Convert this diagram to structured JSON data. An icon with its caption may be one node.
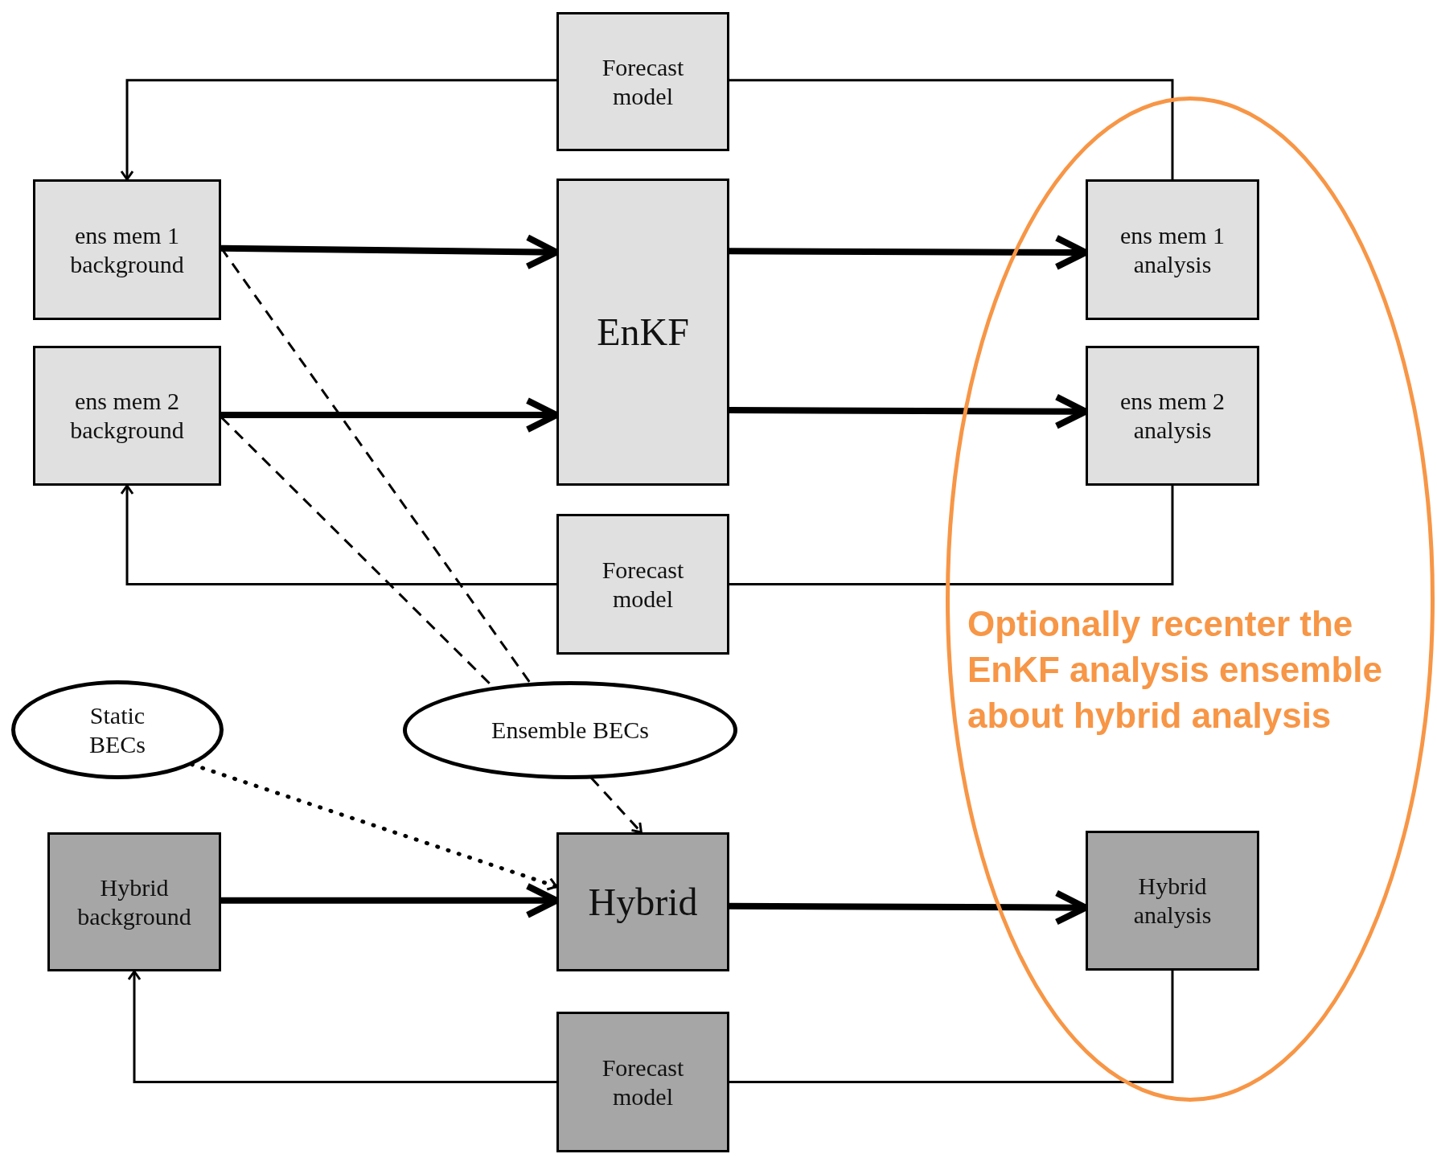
{
  "diagram": {
    "nodes": [
      {
        "text": [
          "Forecast model"
        ]
      },
      {
        "text": [
          "ens mem 1 background"
        ]
      },
      {
        "text": [
          "EnKF"
        ]
      },
      {
        "text": [
          "Optionally recenter the EnKF analysis ensemble about hybrid analysis"
        ]
      },
      {
        "text": [
          "ens mem 1 analysis"
        ],
        "in": 3
      },
      {
        "text": [
          "ens mem 2 background"
        ]
      },
      {
        "text": [
          "ens mem 2 analysis"
        ],
        "in": 3
      },
      {
        "text": [
          "Forecast model"
        ]
      },
      {
        "text": [
          "Static BECs"
        ]
      },
      {
        "text": [
          "Ensemble BECs"
        ]
      },
      {
        "text": [
          "Hybrid background"
        ]
      },
      {
        "text": [
          "Hybrid"
        ]
      },
      {
        "text": [
          "Hybrid analysis"
        ],
        "in": 3
      },
      {
        "text": [
          "Forecast model"
        ]
      }
    ],
    "edges": [
      {
        "from": 1,
        "to": 2,
        "arrow": "to",
        "style": "thick"
      },
      {
        "from": 5,
        "to": 2,
        "arrow": "to",
        "style": "thick"
      },
      {
        "from": 2,
        "to": 4,
        "arrow": "to",
        "style": "thick"
      },
      {
        "from": 2,
        "to": 6,
        "arrow": "to",
        "style": "thick"
      },
      {
        "from": 4,
        "to": 0,
        "arrow": "none"
      },
      {
        "from": 0,
        "to": 1,
        "arrow": "to"
      },
      {
        "from": 6,
        "to": 7,
        "arrow": "none"
      },
      {
        "from": 7,
        "to": 5,
        "arrow": "to"
      },
      {
        "from": 1,
        "to": 9,
        "arrow": "none",
        "style": "dashed"
      },
      {
        "from": 5,
        "to": 9,
        "arrow": "none",
        "style": "dashed"
      },
      {
        "from": 9,
        "to": 11,
        "arrow": "to",
        "style": "dashed"
      },
      {
        "from": 8,
        "to": 11,
        "arrow": "to",
        "style": "dashed"
      },
      {
        "from": 10,
        "to": 11,
        "arrow": "to",
        "style": "thick"
      },
      {
        "from": 11,
        "to": 12,
        "arrow": "to",
        "style": "thick"
      },
      {
        "from": 12,
        "to": 13,
        "arrow": "none"
      },
      {
        "from": 13,
        "to": 10,
        "arrow": "to"
      }
    ]
  }
}
